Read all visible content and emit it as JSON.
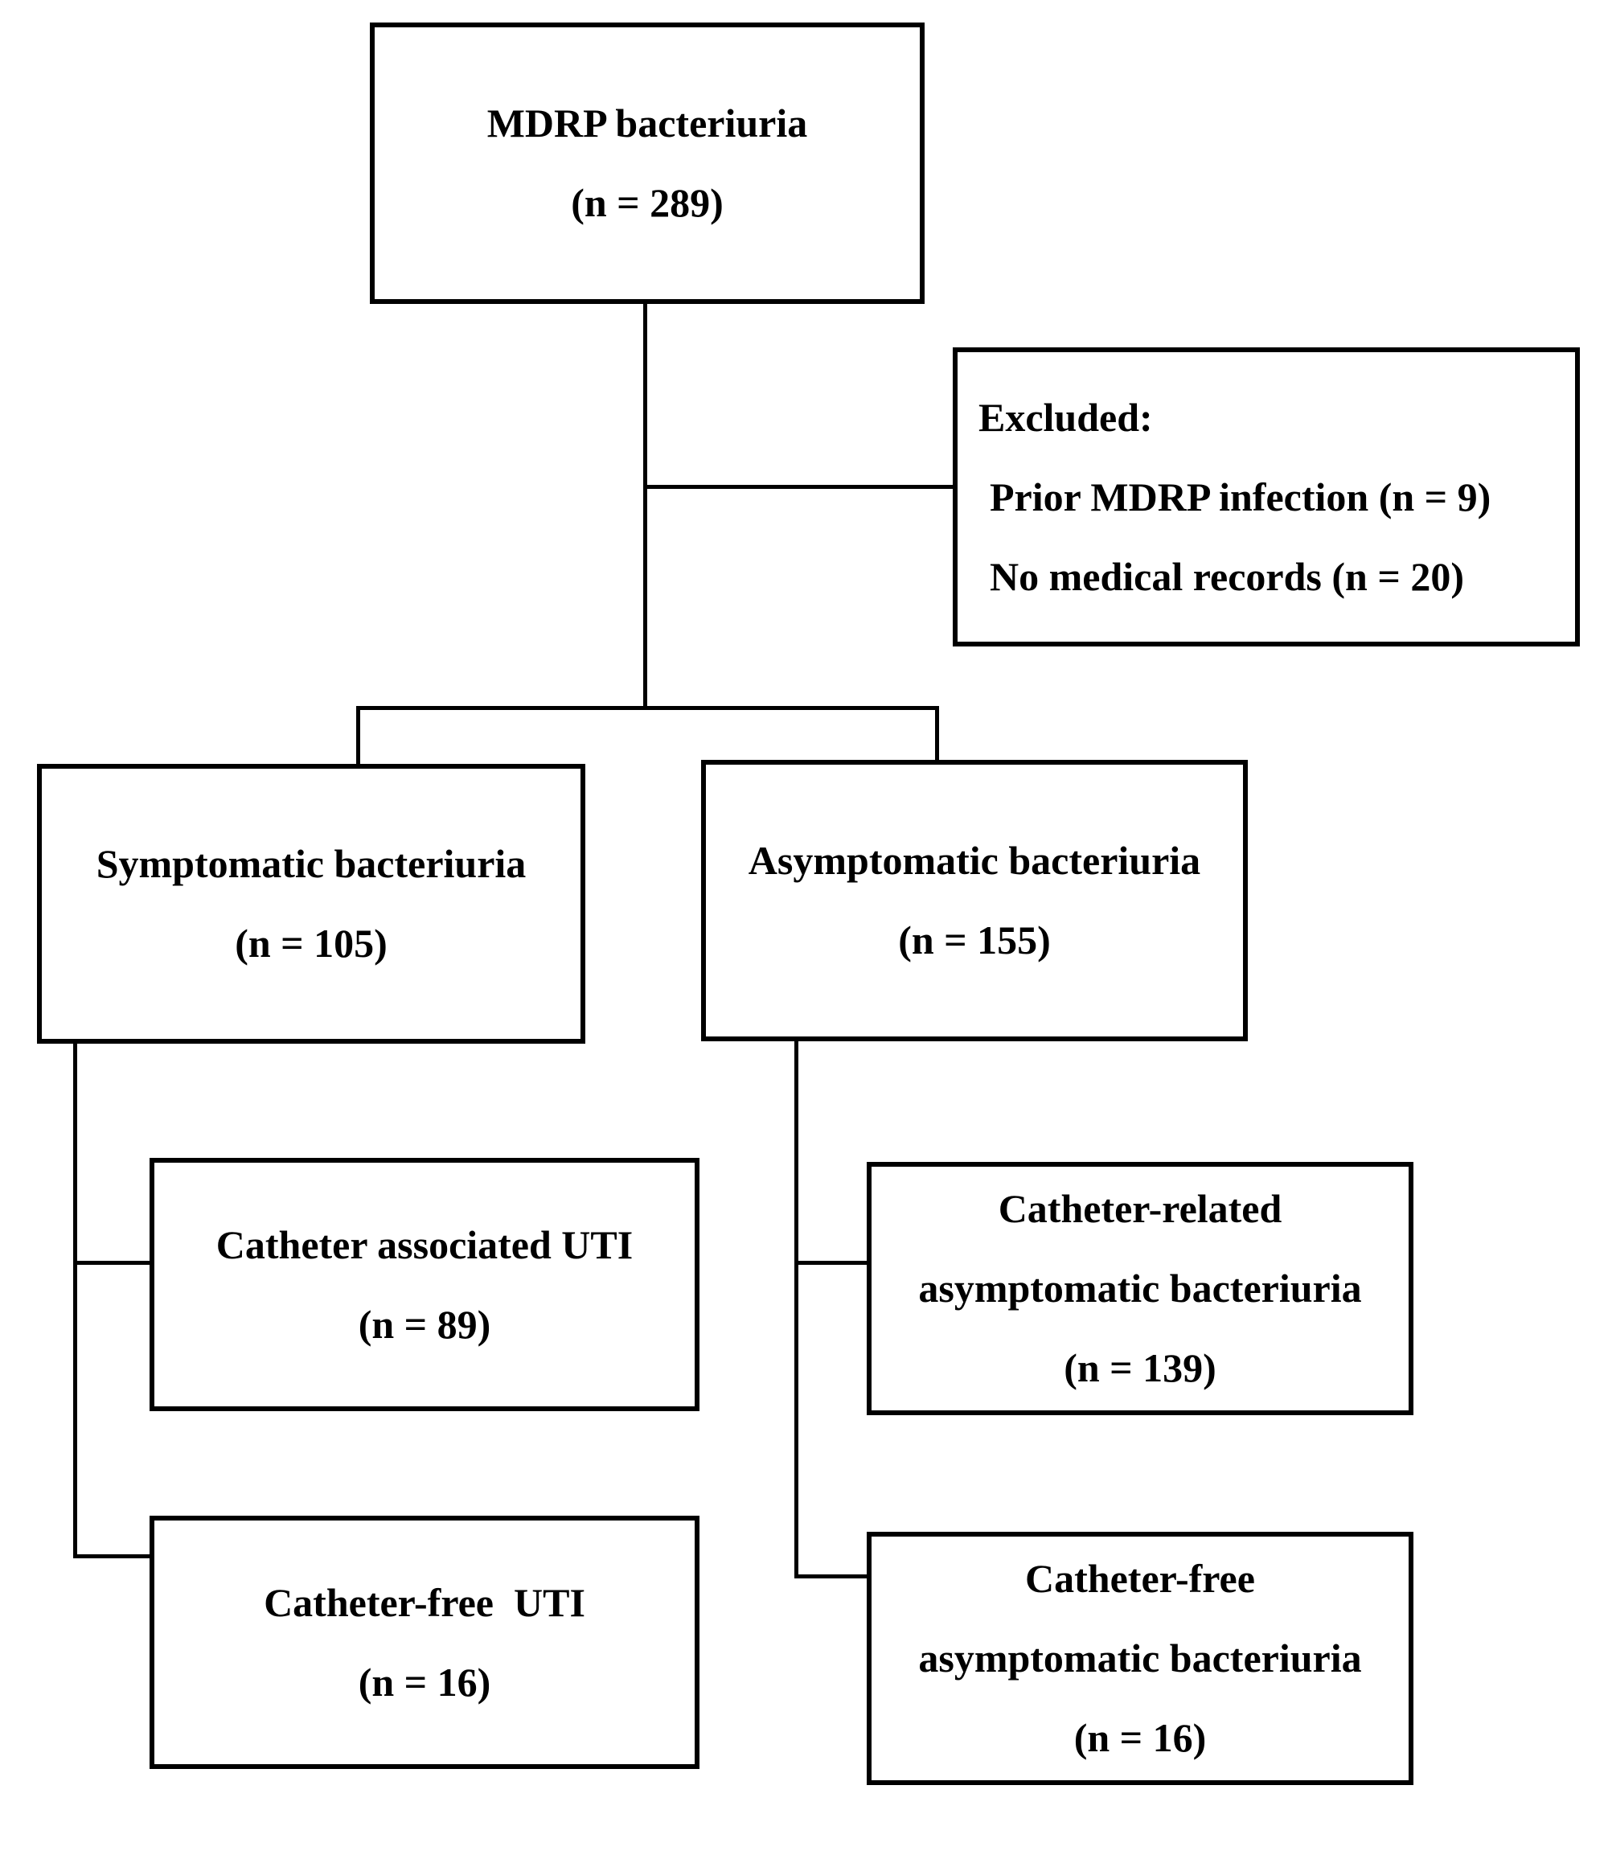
{
  "figure": {
    "type": "patient-flow-diagram",
    "background_color": "#ffffff",
    "line_color": "#000000",
    "text_color": "#000000"
  },
  "boxes": {
    "mdrp": {
      "n": 289,
      "lines": [
        "MDRP bacteriuria",
        "(n = 289)"
      ]
    },
    "excluded": {
      "lines": [
        "Excluded:",
        "Prior MDRP infection (n = 9)",
        "No medical records (n = 20)"
      ],
      "prior_mdrp_infection_n": 9,
      "no_medical_records_n": 20
    },
    "symptomatic": {
      "n": 105,
      "lines": [
        "Symptomatic bacteriuria",
        "(n = 105)"
      ]
    },
    "asymptomatic": {
      "n": 155,
      "lines": [
        "Asymptomatic bacteriuria",
        "(n = 155)"
      ]
    },
    "catheter_associated_uti": {
      "n": 89,
      "lines": [
        "Catheter associated UTI",
        "(n = 89)"
      ]
    },
    "catheter_related_asymptomatic": {
      "n": 139,
      "lines": [
        "Catheter-related",
        "asymptomatic bacteriuria",
        "(n = 139)"
      ]
    },
    "catheter_free_uti": {
      "n": 16,
      "lines": [
        "Catheter-free  UTI",
        "(n = 16)"
      ]
    },
    "catheter_free_asymptomatic": {
      "n": 16,
      "lines": [
        "Catheter-free",
        "asymptomatic bacteriuria",
        "(n = 16)"
      ]
    }
  }
}
